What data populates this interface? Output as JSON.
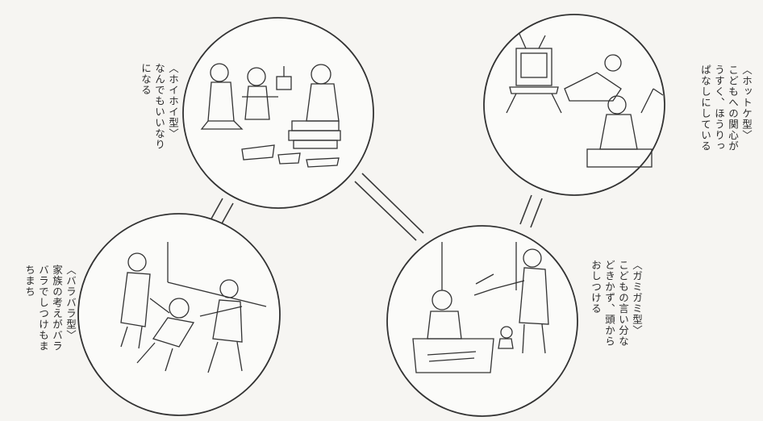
{
  "diagram": {
    "panels": [
      {
        "id": "hoihoi",
        "lines": [
          "〈ホイホイ型〉",
          "なんでもいいなり",
          "になる"
        ],
        "scene": "parents-indulging-child-with-gifts"
      },
      {
        "id": "hottoke",
        "lines": [
          "〈ホットケ型〉",
          "こどもへの関心が",
          "うすく、ほうりっ",
          "ぱなしにしている"
        ],
        "scene": "parents-watching-tv-child-studying-alone"
      },
      {
        "id": "barabara",
        "lines": [
          "〈バラバラ型〉",
          "家族の考えがバラ",
          "バラでしつけもま",
          "ちまち"
        ],
        "scene": "family-members-pulling-in-different-directions"
      },
      {
        "id": "gamigami",
        "lines": [
          "〈ガミガミ型〉",
          "こどもの言い分な",
          "どきかず、頭から",
          "おしつける"
        ],
        "scene": "mother-scolding-child-at-desk"
      }
    ],
    "colors": {
      "ink": "#2a2a2a",
      "paper": "#f6f5f2",
      "line": "#3a3a3a"
    }
  }
}
